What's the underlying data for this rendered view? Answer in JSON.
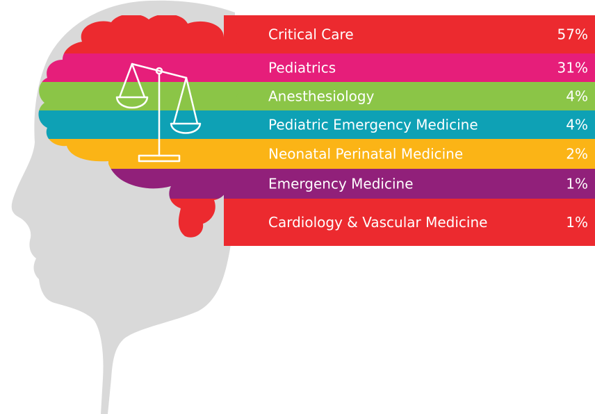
{
  "chart_data": {
    "type": "bar",
    "categories": [
      "Critical Care",
      "Pediatrics",
      "Anesthesiology",
      "Pediatric Emergency Medicine",
      "Neonatal Perinatal Medicine",
      "Emergency Medicine",
      "Cardiology & Vascular Medicine"
    ],
    "values": [
      57,
      31,
      4,
      4,
      2,
      1,
      1
    ],
    "value_labels": [
      "57%",
      "31%",
      "4%",
      "4%",
      "2%",
      "1%",
      "1%"
    ],
    "unit": "%",
    "band_colors": [
      "#ec2a2f",
      "#e61e7a",
      "#8bc547",
      "#0ea1b5",
      "#fbb416",
      "#91207a",
      "#ec2a2f"
    ],
    "legend": "none",
    "grid": false
  },
  "illustration": {
    "head_color": "#d9d9d9",
    "icon": "scales-of-justice-icon"
  }
}
